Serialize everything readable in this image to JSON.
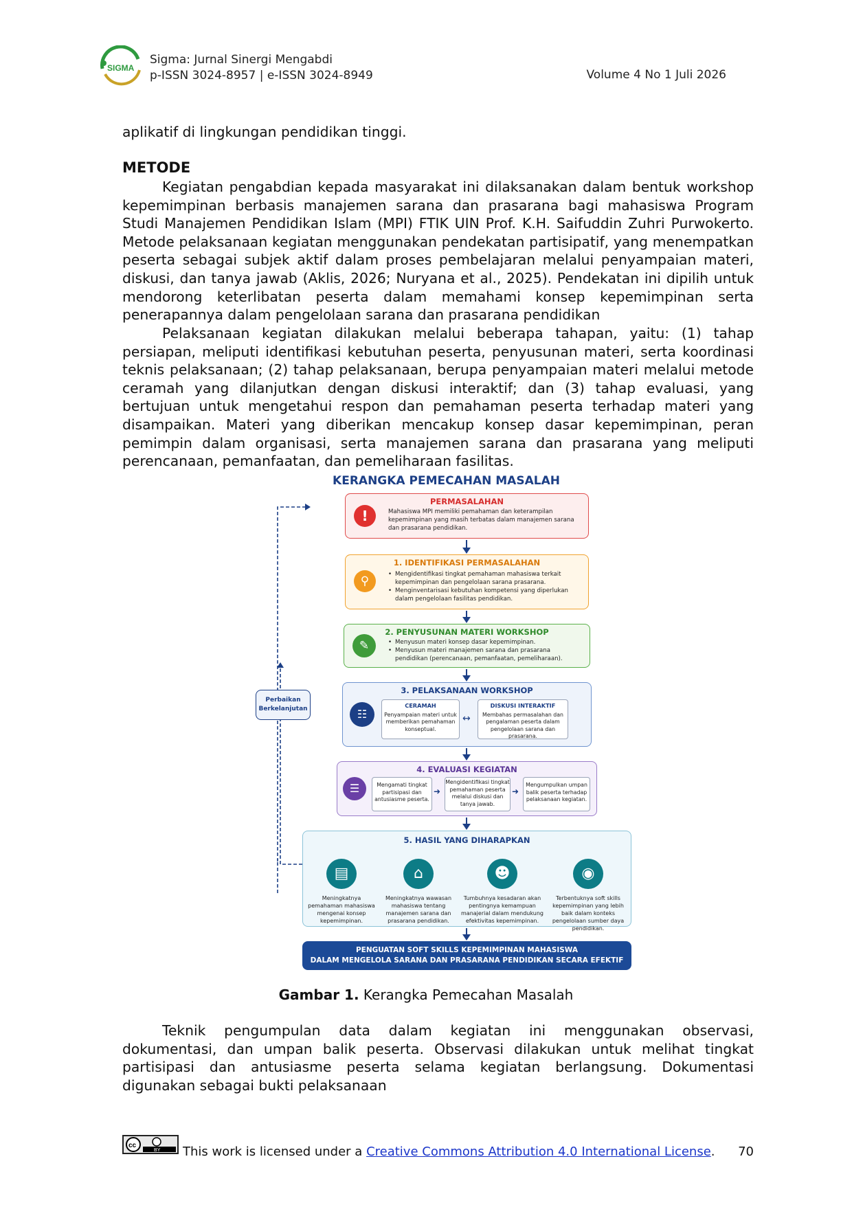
{
  "header": {
    "logo_text": "SIGMA",
    "journal": "Sigma: Jurnal Sinergi Mengabdi",
    "issn": "p-ISSN 3024-8957 | e-ISSN 3024-8949",
    "volume": "Volume 4 No 1 Juli 2026"
  },
  "body": {
    "p0": "aplikatif di lingkungan pendidikan tinggi.",
    "heading": "METODE",
    "p1": "Kegiatan pengabdian kepada masyarakat ini dilaksanakan dalam bentuk workshop kepemimpinan berbasis manajemen sarana dan prasarana bagi mahasiswa Program Studi Manajemen Pendidikan Islam (MPI) FTIK UIN Prof. K.H. Saifuddin Zuhri Purwokerto. Metode pelaksanaan kegiatan menggunakan pendekatan partisipatif, yang menempatkan peserta sebagai subjek aktif dalam proses pembelajaran melalui penyampaian materi, diskusi, dan tanya jawab (Aklis, 2026; Nuryana et al., 2025). Pendekatan ini dipilih untuk mendorong keterlibatan peserta dalam memahami konsep kepemimpinan serta penerapannya dalam pengelolaan sarana dan prasarana pendidikan",
    "p2": "Pelaksanaan kegiatan dilakukan melalui beberapa tahapan, yaitu: (1) tahap persiapan, meliputi identifikasi kebutuhan peserta, penyusunan materi, serta koordinasi teknis pelaksanaan; (2) tahap pelaksanaan, berupa penyampaian materi melalui metode ceramah yang dilanjutkan dengan diskusi interaktif; dan (3) tahap evaluasi, yang bertujuan untuk mengetahui respon dan pemahaman peserta terhadap materi yang disampaikan. Materi yang diberikan mencakup konsep dasar kepemimpinan, peran pemimpin dalam organisasi, serta manajemen sarana dan prasarana yang meliputi perencanaan, pemanfaatan, dan pemeliharaan fasilitas.",
    "p3": "Teknik pengumpulan data dalam kegiatan ini menggunakan observasi, dokumentasi, dan umpan balik peserta. Observasi dilakukan untuk melihat tingkat partisipasi dan antusiasme peserta selama kegiatan berlangsung. Dokumentasi digunakan sebagai bukti pelaksanaan"
  },
  "figure": {
    "title": "KERANGKA PEMECAHAN MASALAH",
    "feedback_label_1": "Perbaikan",
    "feedback_label_2": "Berkelanjutan",
    "permasalahan": {
      "title": "PERMASALAHAN",
      "text": "Mahasiswa MPI memiliki pemahaman dan keterampilan kepemimpinan yang masih terbatas dalam manajemen sarana dan prasarana pendidikan."
    },
    "step1": {
      "title": "1. IDENTIFIKASI PERMASALAHAN",
      "b1": "Mengidentifikasi tingkat pemahaman mahasiswa terkait kepemimpinan dan pengelolaan sarana prasarana.",
      "b2": "Menginventarisasi kebutuhan kompetensi yang diperlukan dalam pengelolaan fasilitas pendidikan."
    },
    "step2": {
      "title": "2. PENYUSUNAN MATERI WORKSHOP",
      "b1": "Menyusun materi konsep dasar kepemimpinan.",
      "b2": "Menyusun materi manajemen sarana dan prasarana pendidikan (perencanaan, pemanfaatan, pemeliharaan)."
    },
    "step3": {
      "title": "3. PELAKSANAAN WORKSHOP",
      "ceramah_title": "CERAMAH",
      "ceramah_text": "Penyampaian materi untuk memberikan pemahaman konseptual.",
      "diskusi_title": "DISKUSI INTERAKTIF",
      "diskusi_text": "Membahas permasalahan dan pengalaman peserta dalam pengelolaan sarana dan prasarana."
    },
    "step4": {
      "title": "4. EVALUASI KEGIATAN",
      "e1": "Mengamati tingkat partisipasi dan antusiasme peserta.",
      "e2": "Mengidentifikasi tingkat pemahaman peserta melalui diskusi dan tanya jawab.",
      "e3": "Mengumpulkan umpan balik peserta terhadap pelaksanaan kegiatan."
    },
    "step5": {
      "title": "5. HASIL YANG DIHARAPKAN",
      "h1": "Meningkatnya pemahaman mahasiswa mengenai konsep kepemimpinan.",
      "h2": "Meningkatnya wawasan mahasiswa tentang manajemen sarana dan prasarana pendidikan.",
      "h3": "Tumbuhnya kesadaran akan pentingnya kemampuan manajerial dalam mendukung efektivitas kepemimpinan.",
      "h4": "Terbentuknya soft skills kepemimpinan yang lebih baik dalam konteks pengelolaan sumber daya pendidikan."
    },
    "outcome_1": "PENGUATAN SOFT SKILLS KEPEMIMPINAN MAHASISWA",
    "outcome_2": "DALAM MENGELOLA SARANA DAN PRASARANA PENDIDIKAN SECARA EFEKTIF"
  },
  "caption": {
    "label": "Gambar 1.",
    "text": " Kerangka Pemecahan Masalah"
  },
  "footer": {
    "cc_label": "BY",
    "prefix": "This work is licensed under a ",
    "link": "Creative Commons Attribution 4.0 International License",
    "suffix": ".",
    "page": "70"
  }
}
